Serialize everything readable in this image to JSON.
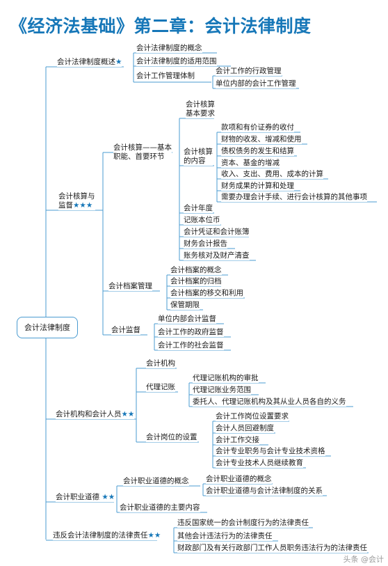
{
  "title": "《经济法基础》第二章：会计法律制度",
  "watermark": "头条 @会计",
  "line_color": "#4a9bd0",
  "star_color": "#1677b8",
  "nodes": {
    "root": "会计法律制度",
    "b1": "会计法律制度概述",
    "b1_1": "会计法律制度的概念",
    "b1_2": "会计法律制度的适用范围",
    "b1_3": "会计工作管理体制",
    "b1_3_1": "会计工作的行政管理",
    "b1_3_2": "单位内部的会计工作管理",
    "b2_l1": "会计核算与",
    "b2_l2": "监督",
    "b2_1_l1": "会计核算——基本",
    "b2_1_l2": "职能、首要环节",
    "b2_1_1_l1": "会计核算",
    "b2_1_1_l2": "基本要求",
    "b2_1_2_l1": "会计核算",
    "b2_1_2_l2": "的内容",
    "c1": "款项和有价证券的收付",
    "c2": "财物的收发、增减和使用",
    "c3": "债权债务的发生和结算",
    "c4": "资本、基金的增减",
    "c5": "收入、支出、费用、成本的计算",
    "c6": "财务成果的计算和处理",
    "c7": "需要办理会计手续、进行会计核算的其他事项",
    "d1": "会计年度",
    "d2": "记账本位币",
    "d3": "会计凭证和会计账簿",
    "d4": "财务会计报告",
    "d5": "账务核对及财产清查",
    "b2_2": "会计档案管理",
    "e1": "会计档案的概念",
    "e2": "会计档案的归档",
    "e3": "会计档案的移交和利用",
    "e4": "保管期限",
    "b2_3": "会计监督",
    "f1": "单位内部会计监督",
    "f2": "会计工作的政府监督",
    "f3": "会计工作的社会监督",
    "b3": "会计机构和会计人员",
    "b3_1": "会计机构",
    "b3_2": "代理记账",
    "g1": "代理记账机构的审批",
    "g2": "代理记账业务范围",
    "g3": "委托人、代理记账机构及其从业人员各自的义务",
    "b3_3": "会计岗位的设置",
    "h1": "会计工作岗位设置要求",
    "h2": "会计人员回避制度",
    "h3": "会计工作交接",
    "h4": "会计专业职务与会计专业技术资格",
    "h5": "会计专业技术人员继续教育",
    "b4": "会计职业道德",
    "b4_1": "会计职业道德的概念",
    "i1": "会计职业道德的概念",
    "i2": "会计职业道德与会计法律制度的关系",
    "b4_2": "会计职业道德的主要内容",
    "b5": "违反会计法律制度的法律责任",
    "j1": "违反国家统一的会计制度行为的法律责任",
    "j2": "其他会计违法行为的法律责任",
    "j3": "财政部门及有关行政部门工作人员职务违法行为的法律责任"
  },
  "stars": {
    "one": "★",
    "two": "★★",
    "three": "★★★"
  }
}
